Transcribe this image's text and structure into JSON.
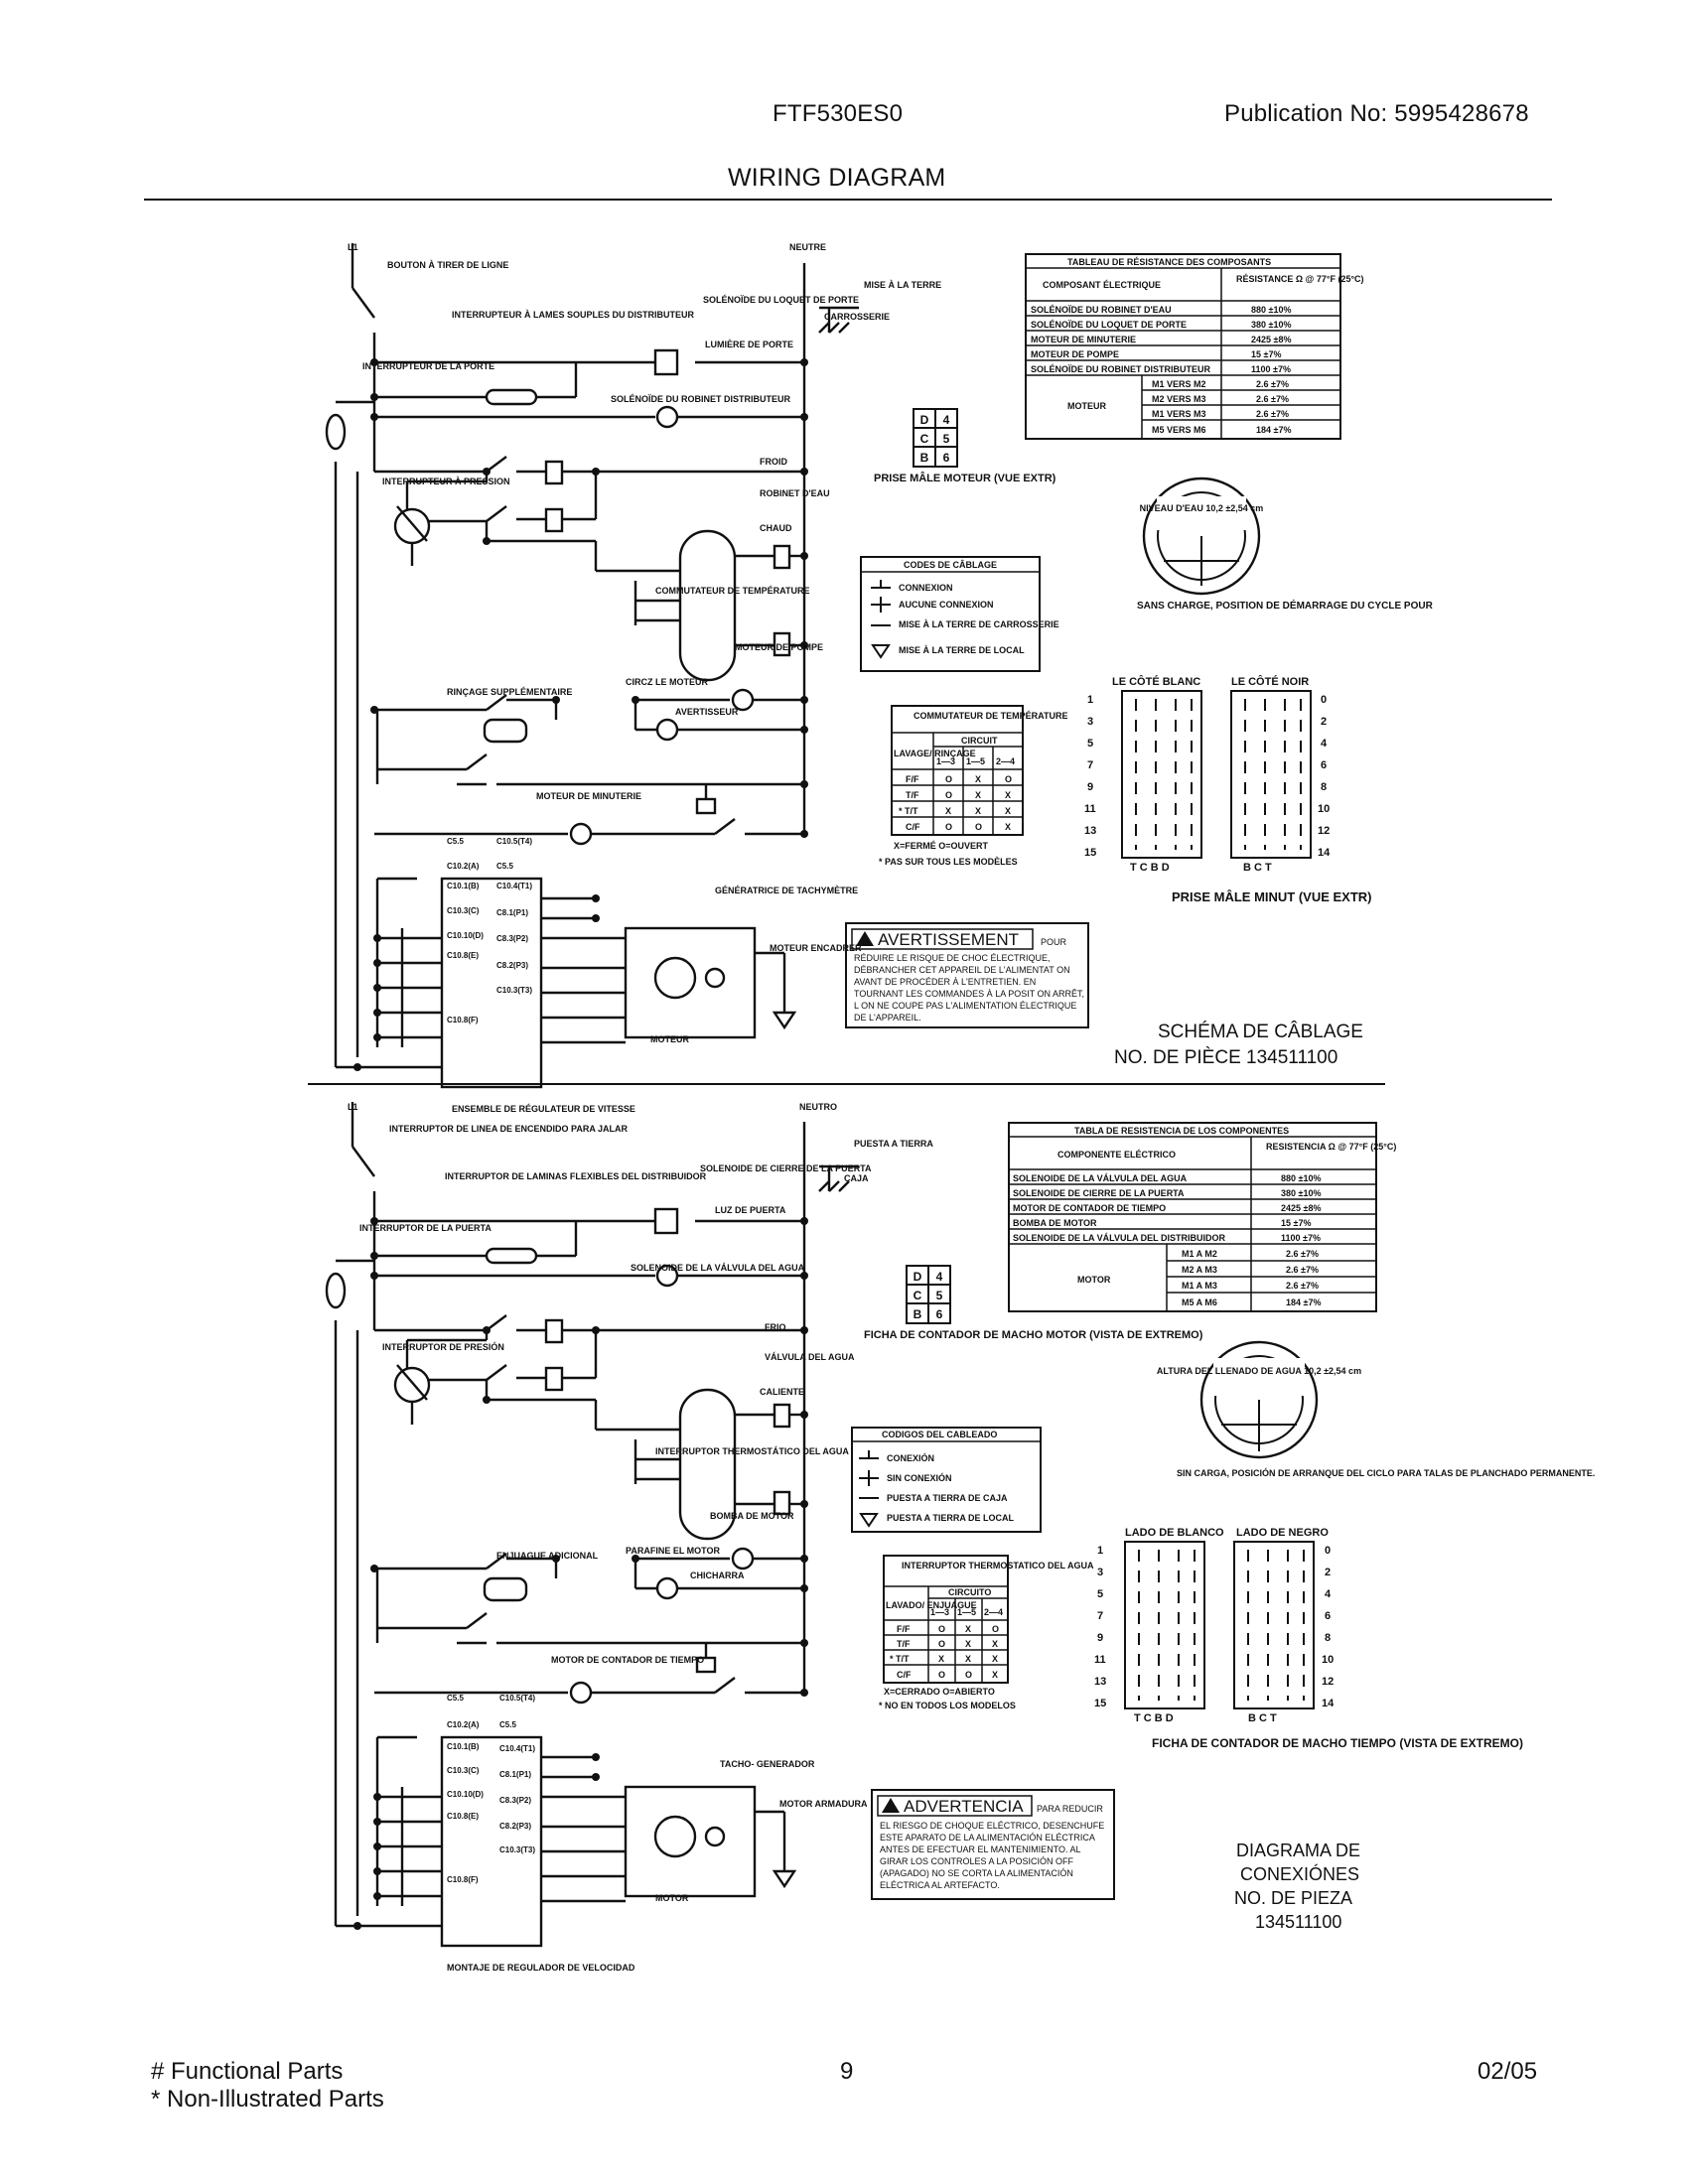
{
  "header": {
    "model": "FTF530ES0",
    "publication": "Publication No:  5995428678",
    "title": "WIRING DIAGRAM"
  },
  "footer": {
    "functional": "# Functional Parts",
    "non_illustrated": "* Non-Illustrated Parts",
    "page": "9",
    "date": "02/05"
  },
  "french": {
    "l1": "L1",
    "neutre": "NEUTRE",
    "bouton": "BOUTON À TIRER DE LIGNE",
    "interrupteur_lames": "INTERRUPTEUR À LAMES SOUPLES DU DISTRIBUTEUR",
    "interrupteur_porte": "INTERRUPTEUR DE LA PORTE",
    "interrupteur_pression": "INTERRUPTEUR À PRESSION",
    "solenoide_loquet": "SOLÉNOÏDE DU LOQUET DE PORTE",
    "lumiere": "LUMIÈRE DE PORTE",
    "solenoide_distributeur": "SOLÉNOÏDE DU ROBINET DISTRIBUTEUR",
    "mise_terre": "MISE À LA TERRE",
    "carrosserie": "CARROSSERIE",
    "froid": "FROID",
    "robinet": "ROBINET D'EAU",
    "chaud": "CHAUD",
    "commutateur_temp": "COMMUTATEUR DE TEMPÉRATURE",
    "moteur_pompe": "MOTEUR DE POMPE",
    "circuit_moteur": "CIRCZ LE MOTEUR",
    "rincage": "RINÇAGE SUPPLÉMENTAIRE",
    "avertisseur": "AVERTISSEUR",
    "moteur_minuterie": "MOTEUR DE MINUTERIE",
    "ensemble": "ENSEMBLE DE RÉGULATEUR DE VITESSE",
    "generatrice": "GÉNÉRATRICE DE TACHYMÈTRE",
    "moteur": "MOTEUR",
    "moteur_encadrer": "MOTEUR ENCADRER",
    "prise_moteur": "PRISE MÂLE MOTEUR (VUE EXTR)",
    "prise_minut": "PRISE MÂLE MINUT (VUE EXTR)",
    "niveau": "NIVEAU D'EAU 10,2 ±2,54 cm",
    "sans_charge": "SANS CHARGE, POSITION DE DÉMARRAGE DU CYCLE POUR",
    "cote_blanc": "LE CÔTÉ BLANC",
    "cote_noir": "LE CÔTÉ NOIR",
    "schema": "SCHÉMA DE CÂBLAGE",
    "piece": "NO. DE PIÈCE 134511100",
    "table_title": "TABLEAU DE RÉSISTANCE DES COMPOSANTS",
    "col_comp": "COMPOSANT ÉLECTRIQUE",
    "col_res": "RÉSISTANCE Ω @ 77°F (25°C)",
    "rows": [
      [
        "SOLÉNOÏDE DU ROBINET D'EAU",
        "880 ±10%"
      ],
      [
        "SOLÉNOÏDE DU LOQUET DE PORTE",
        "380 ±10%"
      ],
      [
        "MOTEUR DE MINUTERIE",
        "2425 ±8%"
      ],
      [
        "MOTEUR DE POMPE",
        "15 ±7%"
      ],
      [
        "SOLÉNOÏDE DU ROBINET DISTRIBUTEUR",
        "1100 ±7%"
      ]
    ],
    "motor_label": "MOTEUR",
    "motor_rows": [
      [
        "M1 VERS M2",
        "2.6 ±7%"
      ],
      [
        "M2 VERS M3",
        "2.6 ±7%"
      ],
      [
        "M1 VERS M3",
        "2.6 ±7%"
      ],
      [
        "M5 VERS M6",
        "184 ±7%"
      ]
    ],
    "codes_title": "CODES DE CÂBLAGE",
    "codes": [
      "CONNEXION",
      "AUCUNE CONNEXION",
      "MISE À LA TERRE DE CARROSSERIE",
      "MISE À LA TERRE DE LOCAL"
    ],
    "switch_title": "COMMUTATEUR DE TEMPÉRATURE",
    "switch_wash": "LAVAGE/ RINÇAGE",
    "switch_circuit": "CIRCUIT",
    "switch_cols": [
      "1—3",
      "1—5",
      "2—4"
    ],
    "switch_rows": [
      [
        "F/F",
        "O",
        "X",
        "O"
      ],
      [
        "T/F",
        "O",
        "X",
        "X"
      ],
      [
        "* T/T",
        "X",
        "X",
        "X"
      ],
      [
        "C/F",
        "O",
        "O",
        "X"
      ]
    ],
    "switch_legend": "X=FERMÉ     O=OUVERT",
    "switch_note": "* PAS SUR TOUS LES MODÈLES",
    "warn_title": "AVERTISSEMENT",
    "warn_pour": "POUR",
    "warn_lines": [
      "RÉDUIRE LE RISQUE DE CHOC ÉLECTRIQUE,",
      "DÉBRANCHER CET APPAREIL DE L'ALIMENTAT ON",
      "AVANT DE PROCÉDER À L'ENTRETIEN. EN",
      "TOURNANT LES COMMANDES À LA POSIT ON ARRÊT,",
      "L ON NE COUPE PAS L'ALIMENTATION ÉLECTRIQUE",
      "DE L'APPAREIL."
    ]
  },
  "spanish": {
    "l1": "L1",
    "neutro": "NEUTRO",
    "boton": "INTERRUPTOR DE LINEA DE ENCENDIDO PARA JALAR",
    "interruptor_laminas": "INTERRUPTOR DE LAMINAS FLEXIBLES DEL DISTRIBUIDOR",
    "interruptor_puerta": "INTERRUPTOR DE LA PUERTA",
    "interruptor_presion": "INTERRUPTOR DE PRESIÓN",
    "solenoide_cierre": "SOLENOIDE DE CIERRE DE LA PUERTA",
    "luz": "LUZ DE PUERTA",
    "solenoide_valvula": "SOLENOIDE DE LA VÁLVULA DEL AGUA",
    "puesta": "PUESTA A TIERRA",
    "caja": "CAJA",
    "frio": "FRIO",
    "valvula": "VÁLVULA DEL AGUA",
    "caliente": "CALIENTE",
    "interruptor_termo": "INTERRUPTOR THERMOSTÁTICO DEL AGUA",
    "bomba": "BOMBA DE MOTOR",
    "paranne": "PARAFINE EL MOTOR",
    "enjuague": "ENJUAGUE ADICIONAL",
    "chicharra": "CHICHARRA",
    "motor_contador": "MOTOR DE CONTADOR DE TIEMPO",
    "montaje": "MONTAJE DE REGULADOR DE VELOCIDAD",
    "tacho": "TACHO- GENERADOR",
    "motor": "MOTOR",
    "motor_armadura": "MOTOR ARMADURA",
    "ficha_motor": "FICHA DE CONTADOR DE MACHO MOTOR (VISTA DE EXTREMO)",
    "ficha_tiempo": "FICHA DE CONTADOR DE MACHO TIEMPO (VISTA DE EXTREMO)",
    "altura": "ALTURA DEL LLENADO DE AGUA 10,2 ±2,54 cm",
    "sin_carga": "SIN CARGA, POSICIÓN DE ARRANQUE DEL CICLO PARA TALAS DE PLANCHADO PERMANENTE.",
    "lado_blanco": "LADO DE BLANCO",
    "lado_negro": "LADO DE NEGRO",
    "diagrama": [
      "DIAGRAMA DE",
      "CONEXIÓNES",
      "NO. DE PIEZA",
      "134511100"
    ],
    "table_title": "TABLA DE RESISTENCIA DE LOS COMPONENTES",
    "col_comp": "COMPONENTE ELÉCTRICO",
    "col_res": "RESISTENCIA Ω @ 77°F (25°C)",
    "rows": [
      [
        "SOLENOIDE DE LA VÁLVULA DEL AGUA",
        "880 ±10%"
      ],
      [
        "SOLENOIDE DE CIERRE DE LA PUERTA",
        "380 ±10%"
      ],
      [
        "MOTOR DE CONTADOR DE TIEMPO",
        "2425 ±8%"
      ],
      [
        "BOMBA DE MOTOR",
        "15 ±7%"
      ],
      [
        "SOLENOIDE DE LA VÁLVULA DEL DISTRIBUIDOR",
        "1100 ±7%"
      ]
    ],
    "motor_label": "MOTOR",
    "motor_rows": [
      [
        "M1 A M2",
        "2.6 ±7%"
      ],
      [
        "M2 A M3",
        "2.6 ±7%"
      ],
      [
        "M1 A M3",
        "2.6 ±7%"
      ],
      [
        "M5 A M6",
        "184 ±7%"
      ]
    ],
    "codes_title": "CODIGOS DEL CABLEADO",
    "codes": [
      "CONEXIÓN",
      "SIN CONEXIÓN",
      "PUESTA A TIERRA DE CAJA",
      "PUESTA A TIERRA DE LOCAL"
    ],
    "switch_title": "INTERRUPTOR THERMOSTATICO DEL AGUA",
    "switch_wash": "LAVADO/ ENJUAGUE",
    "switch_circuit": "CIRCUITO",
    "switch_cols": [
      "1—3",
      "1—5",
      "2—4"
    ],
    "switch_rows": [
      [
        "F/F",
        "O",
        "X",
        "O"
      ],
      [
        "T/F",
        "O",
        "X",
        "X"
      ],
      [
        "* T/T",
        "X",
        "X",
        "X"
      ],
      [
        "C/F",
        "O",
        "O",
        "X"
      ]
    ],
    "switch_legend": "X=CERRADO     O=ABIERTO",
    "switch_note": "* NO EN TODOS LOS MODELOS",
    "warn_title": "ADVERTENCIA",
    "warn_pour": "PARA REDUCIR",
    "warn_lines": [
      "EL RIESGO DE CHOQUE ELÉCTRICO, DESENCHUFE",
      "ESTE APARATO DE LA ALIMENTACIÓN ELÉCTRICA",
      "ANTES DE EFECTUAR EL MANTENIMIENTO. AL",
      "GIRAR LOS CONTROLES A LA POSICIÓN OFF",
      "(APAGADO) NO SE CORTA LA ALIMENTACIÓN",
      "ELÉCTRICA AL ARTEFACTO."
    ]
  },
  "common": {
    "pins": [
      "1",
      "3",
      "5",
      "7",
      "9",
      "11",
      "13",
      "15"
    ],
    "pins_right": [
      "0",
      "2",
      "4",
      "6",
      "8",
      "10",
      "12",
      "14"
    ],
    "col_letters_left": "T  C  B  D",
    "col_letters_right": "B  C  T",
    "plug_pins": [
      "D",
      "4",
      "C",
      "5",
      "B",
      "6"
    ],
    "ctrl_left": [
      "C5.5",
      "C10.2(A)",
      "C10.1(B)",
      "C10.3(C)",
      "C10.10(D)",
      "C10.8(E)",
      "C10.8(F)"
    ],
    "ctrl_right": [
      "C10.5(T4)",
      "C5.5",
      "C10.4(T1)",
      "C8.1(P1)",
      "C8.3(P2)",
      "C8.2(P3)",
      "C10.3(T3)"
    ]
  }
}
